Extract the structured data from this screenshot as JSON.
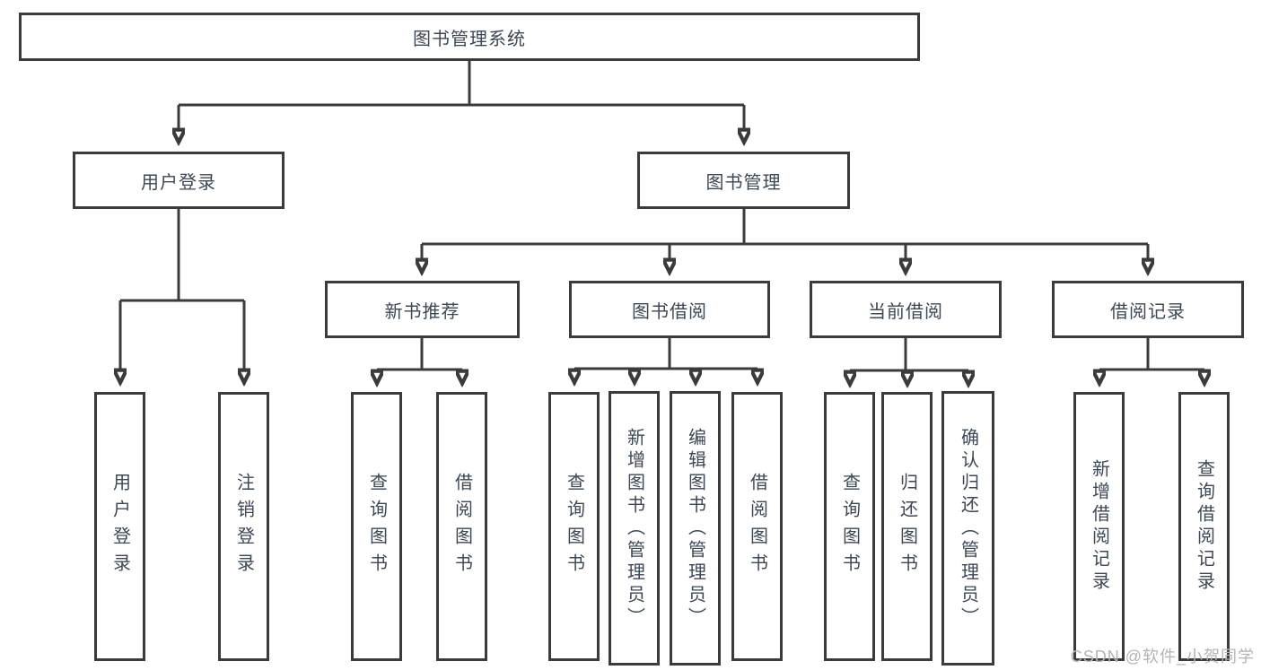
{
  "nodes": {
    "root": {
      "label": "图书管理系统"
    },
    "user_login": {
      "label": "用户登录"
    },
    "book_management": {
      "label": "图书管理"
    },
    "new_book_recommend": {
      "label": "新书推荐"
    },
    "book_borrowing": {
      "label": "图书借阅"
    },
    "current_borrowing": {
      "label": "当前借阅"
    },
    "borrowing_records": {
      "label": "借阅记录"
    },
    "leaf_user_login": {
      "label": "用户登录"
    },
    "leaf_logout": {
      "label": "注销登录"
    },
    "leaf_query_book_recommend": {
      "label": "查询图书"
    },
    "leaf_borrow_book_recommend": {
      "label": "借阅图书"
    },
    "leaf_query_book_borrowing": {
      "label": "查询图书"
    },
    "leaf_add_book_admin": {
      "label": "新增图书（管理员）"
    },
    "leaf_edit_book_admin": {
      "label": "编辑图书（管理员）"
    },
    "leaf_borrow_book_borrowing": {
      "label": "借阅图书"
    },
    "leaf_query_book_current": {
      "label": "查询图书"
    },
    "leaf_return_book": {
      "label": "归还图书"
    },
    "leaf_confirm_return_admin": {
      "label": "确认归还（管理员）"
    },
    "leaf_add_borrow_record": {
      "label": "新增借阅记录"
    },
    "leaf_query_borrow_record": {
      "label": "查询借阅记录"
    }
  },
  "watermark": "CSDN @软件_小贺同学",
  "colors": {
    "line": "#3b3b3b",
    "text": "#3e4754",
    "watermark": "#b2b4b8",
    "background": "#ffffff"
  }
}
